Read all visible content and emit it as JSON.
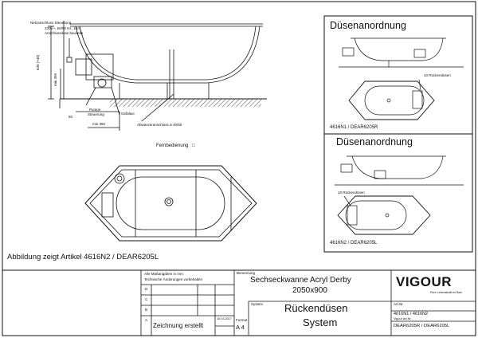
{
  "side_view": {
    "supply_label": "Netzanschluss Steuerung",
    "supply_spec": "230V~, 50/60 Hz, 10A",
    "socket_label": "Anschlussdose bauseits",
    "dim_height": "630 (+40)",
    "dim_min_350_v": "min 350",
    "dim_50": "50",
    "dim_min_350_h": "min 350",
    "pump_label": "Pumpe",
    "control_label": "Steuerung",
    "blower_label": "Gebläse",
    "drain_label": "Abwasseranschluss ø 40/50"
  },
  "remote_label": "Fernbedienung",
  "remote_symbol": "□",
  "caption": "Abbildung zeigt Artikel 4616N2  / DEAR6205L",
  "nozzle_panel_1": {
    "title": "Düsenanordnung",
    "nozzle_count": "10 Rückendüsen",
    "model": "4616N1 / DEAR6205R"
  },
  "nozzle_panel_2": {
    "title": "Düsenanordnung",
    "nozzle_count": "10 Rückendüsen",
    "model": "4616N2 / DEAR6205L"
  },
  "title_block": {
    "notes_line1": "Alle Maßangaben in mm.",
    "notes_line2": "Technische Änderungen vorbehalten",
    "revisions": [
      "D",
      "C",
      "B",
      "A"
    ],
    "drawn_label": "Zeichnung erstellt",
    "date_value": "16.03.2017",
    "format_label": "Format",
    "format_value": "A 4",
    "designation_label": "Benennung",
    "product_name": "Sechseckwanne Acryl Derby",
    "product_size": "2050x900",
    "system_label": "System",
    "system_line1": "Rückendüsen",
    "system_line2": "System",
    "brand": "VIGOUR",
    "brand_tagline": "Pure Lebenskraft im Bad",
    "art_no_label": "Art.Nr.",
    "art_no_value": "4616N1 / 4616N2",
    "vigour_art_label": "Vigour Art.Nr.",
    "vigour_art_value": "DEAR6205R / DEAR6205L"
  }
}
